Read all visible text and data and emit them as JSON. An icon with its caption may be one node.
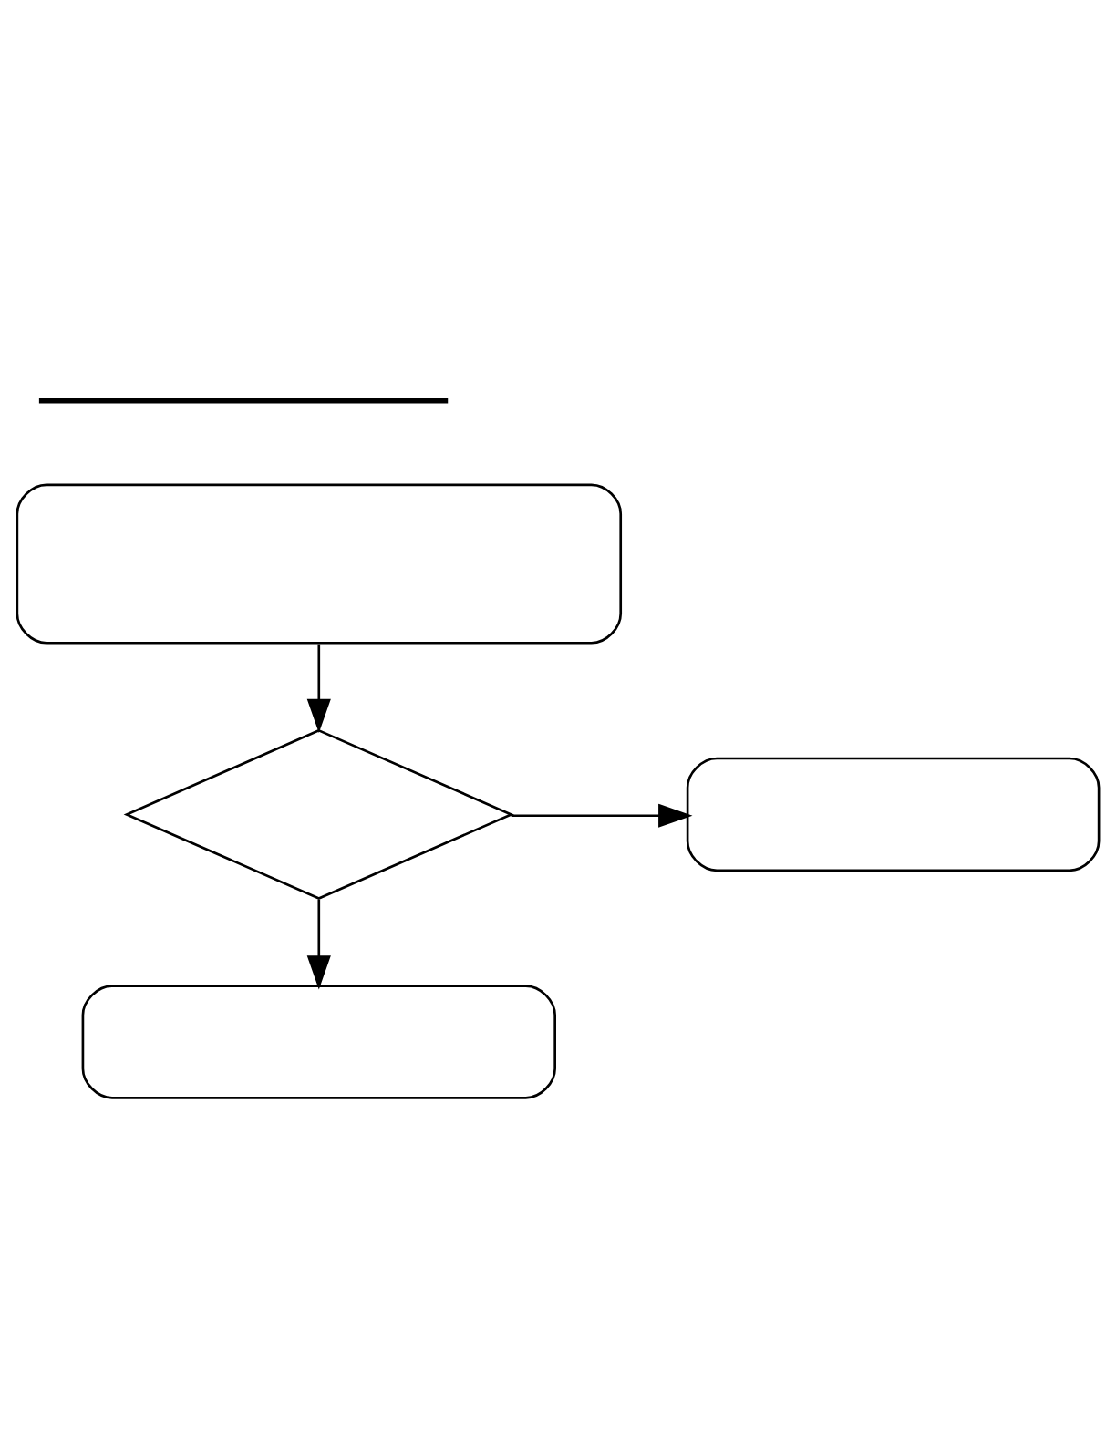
{
  "diagram": {
    "nodes": [
      {
        "text": [],
        "shape": "box"
      },
      {
        "text": [],
        "shape": "diamond"
      },
      {
        "text": [],
        "shape": "box"
      },
      {
        "text": [],
        "shape": "box"
      }
    ],
    "edges": [
      {
        "from": 0,
        "to": 1,
        "arrow": "to"
      },
      {
        "from": 1,
        "to": 3,
        "arrow": "to"
      },
      {
        "from": 1,
        "to": 2,
        "arrow": "to"
      }
    ]
  }
}
